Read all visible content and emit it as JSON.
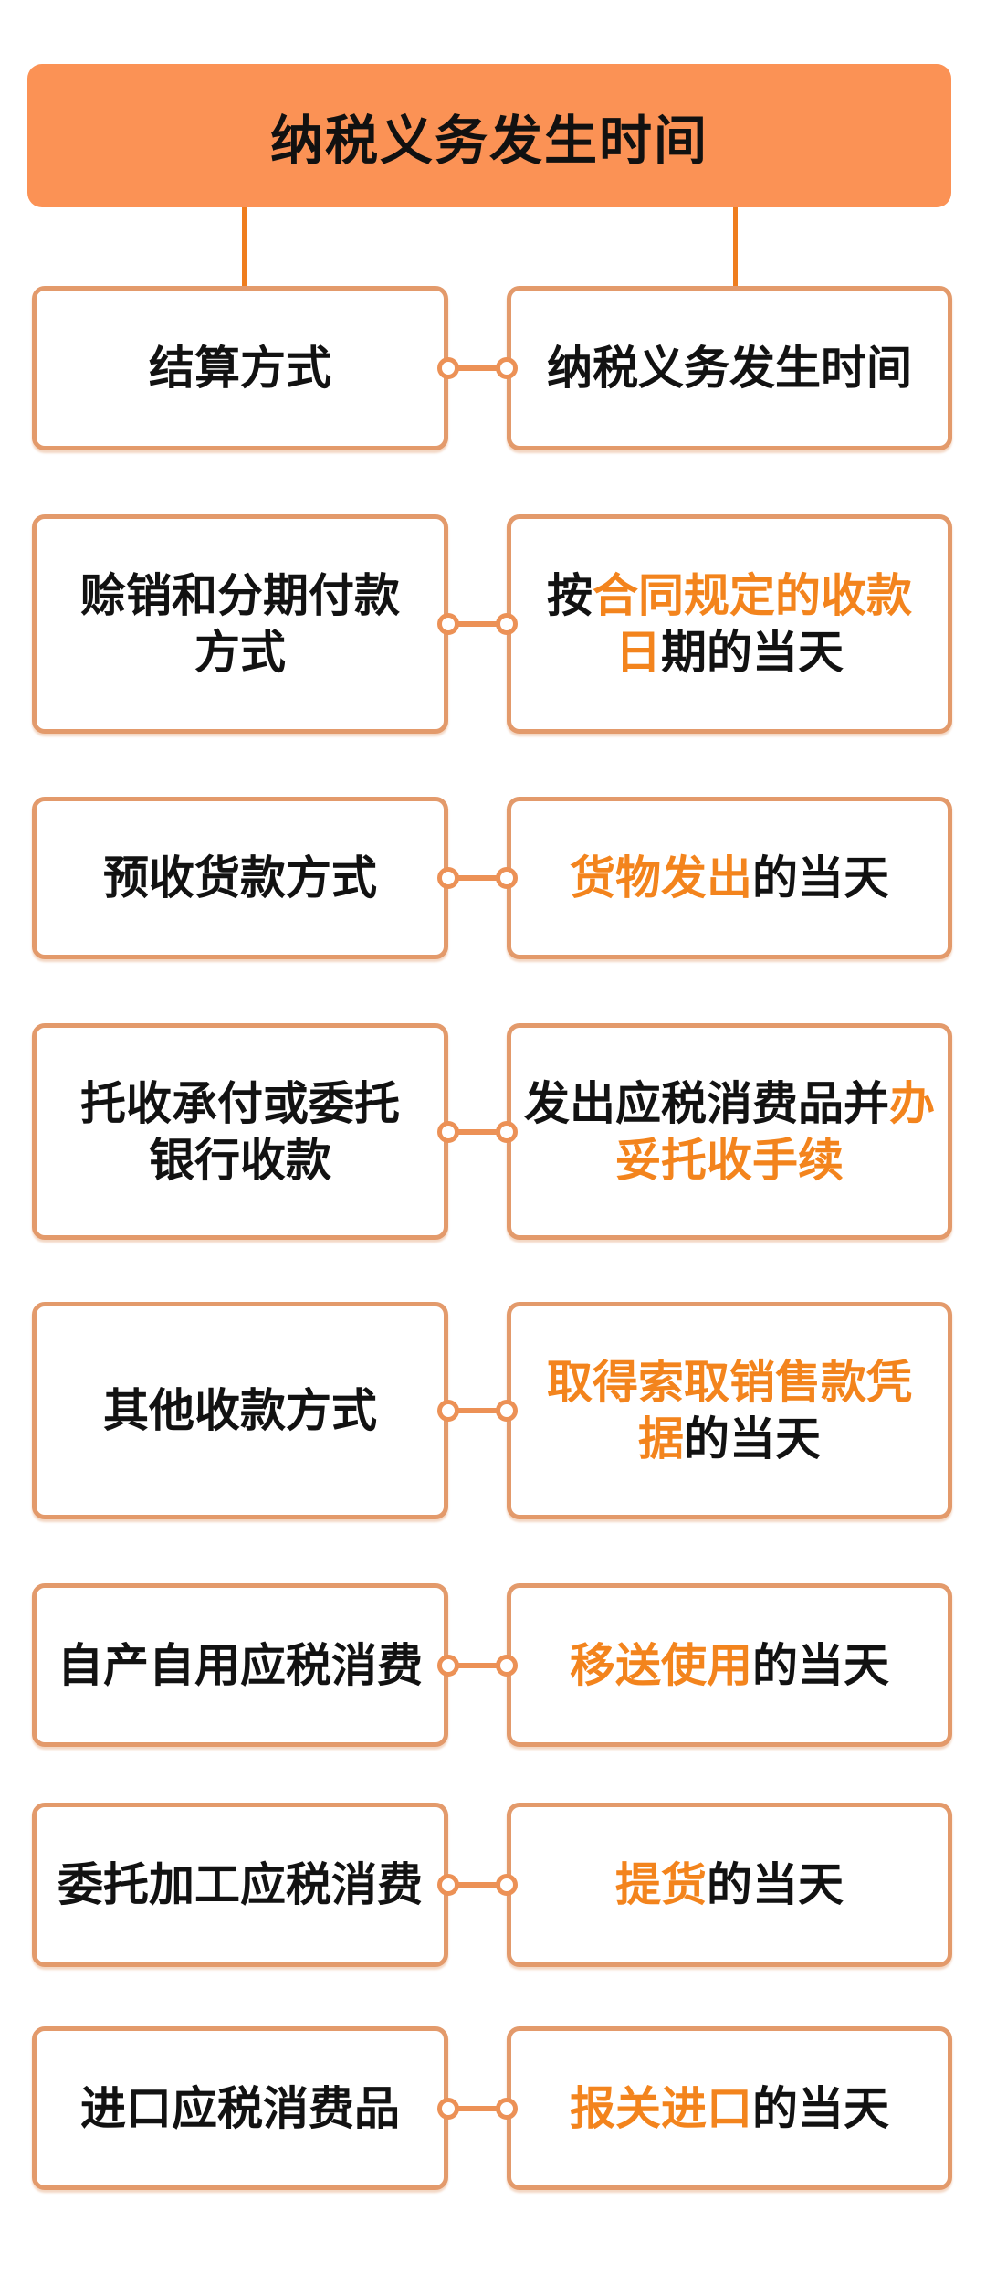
{
  "title": "纳税义务发生时间",
  "colors": {
    "header_fill": "#FB9255",
    "box_border": "#E39A6B",
    "connector": "#EC9156",
    "vline": "#EF7D1E",
    "highlight": "#F3841D",
    "text": "#121212"
  },
  "rows": [
    {
      "left": {
        "lines": [
          "结算方式"
        ]
      },
      "right": {
        "lines": [
          [
            {
              "t": "纳税义务发生时间",
              "h": false
            }
          ]
        ]
      }
    },
    {
      "left": {
        "lines": [
          "赊销和分期付款",
          "方式"
        ]
      },
      "right": {
        "lines": [
          [
            {
              "t": "按",
              "h": false
            },
            {
              "t": "合同规定的收款",
              "h": true
            }
          ],
          [
            {
              "t": "日",
              "h": true
            },
            {
              "t": "期的当天",
              "h": false
            }
          ]
        ]
      }
    },
    {
      "left": {
        "lines": [
          "预收货款方式"
        ]
      },
      "right": {
        "lines": [
          [
            {
              "t": "货物发出",
              "h": true
            },
            {
              "t": "的当天",
              "h": false
            }
          ]
        ]
      }
    },
    {
      "left": {
        "lines": [
          "托收承付或委托",
          "银行收款"
        ]
      },
      "right": {
        "lines": [
          [
            {
              "t": "发出应税消费品并",
              "h": false
            },
            {
              "t": "办",
              "h": true
            }
          ],
          [
            {
              "t": "妥托收手续",
              "h": true
            }
          ]
        ]
      }
    },
    {
      "left": {
        "lines": [
          "其他收款方式"
        ]
      },
      "right": {
        "lines": [
          [
            {
              "t": "取得索取销售款凭",
              "h": true
            }
          ],
          [
            {
              "t": "据",
              "h": true
            },
            {
              "t": "的当天",
              "h": false
            }
          ]
        ]
      }
    },
    {
      "left": {
        "lines": [
          "自产自用应税消费"
        ]
      },
      "right": {
        "lines": [
          [
            {
              "t": "移送使用",
              "h": true
            },
            {
              "t": "的当天",
              "h": false
            }
          ]
        ]
      }
    },
    {
      "left": {
        "lines": [
          "委托加工应税消费"
        ]
      },
      "right": {
        "lines": [
          [
            {
              "t": "提货",
              "h": true
            },
            {
              "t": "的当天",
              "h": false
            }
          ]
        ]
      }
    },
    {
      "left": {
        "lines": [
          "进口应税消费品"
        ]
      },
      "right": {
        "lines": [
          [
            {
              "t": "报关进口",
              "h": true
            },
            {
              "t": "的当天",
              "h": false
            }
          ]
        ]
      }
    }
  ],
  "geometry_note": "diagram of 8 connected row pairs under one header"
}
